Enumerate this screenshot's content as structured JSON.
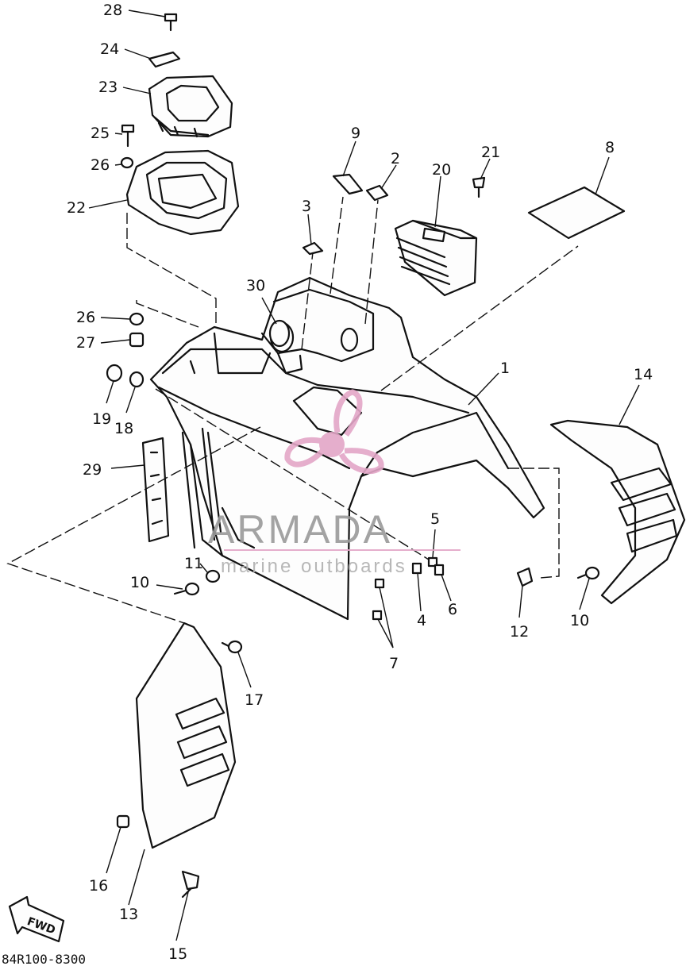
{
  "callouts": [
    "28",
    "24",
    "23",
    "25",
    "26",
    "22",
    "9",
    "2",
    "20",
    "21",
    "8",
    "3",
    "30",
    "26",
    "27",
    "19",
    "18",
    "1",
    "14",
    "29",
    "5",
    "11",
    "10",
    "4",
    "6",
    "12",
    "10",
    "7",
    "17",
    "16",
    "13",
    "15"
  ],
  "document_number": "84R100-8300",
  "fwd_label": "FWD",
  "watermark": {
    "brand": "ARMADA",
    "tagline": "marine outboards"
  }
}
